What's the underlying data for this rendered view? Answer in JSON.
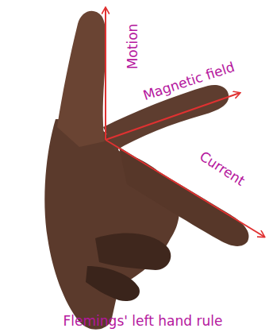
{
  "diagram": {
    "caption": "Flemings' left hand rule",
    "labels": [
      "Motion",
      "Magnetic field",
      "Current"
    ]
  }
}
